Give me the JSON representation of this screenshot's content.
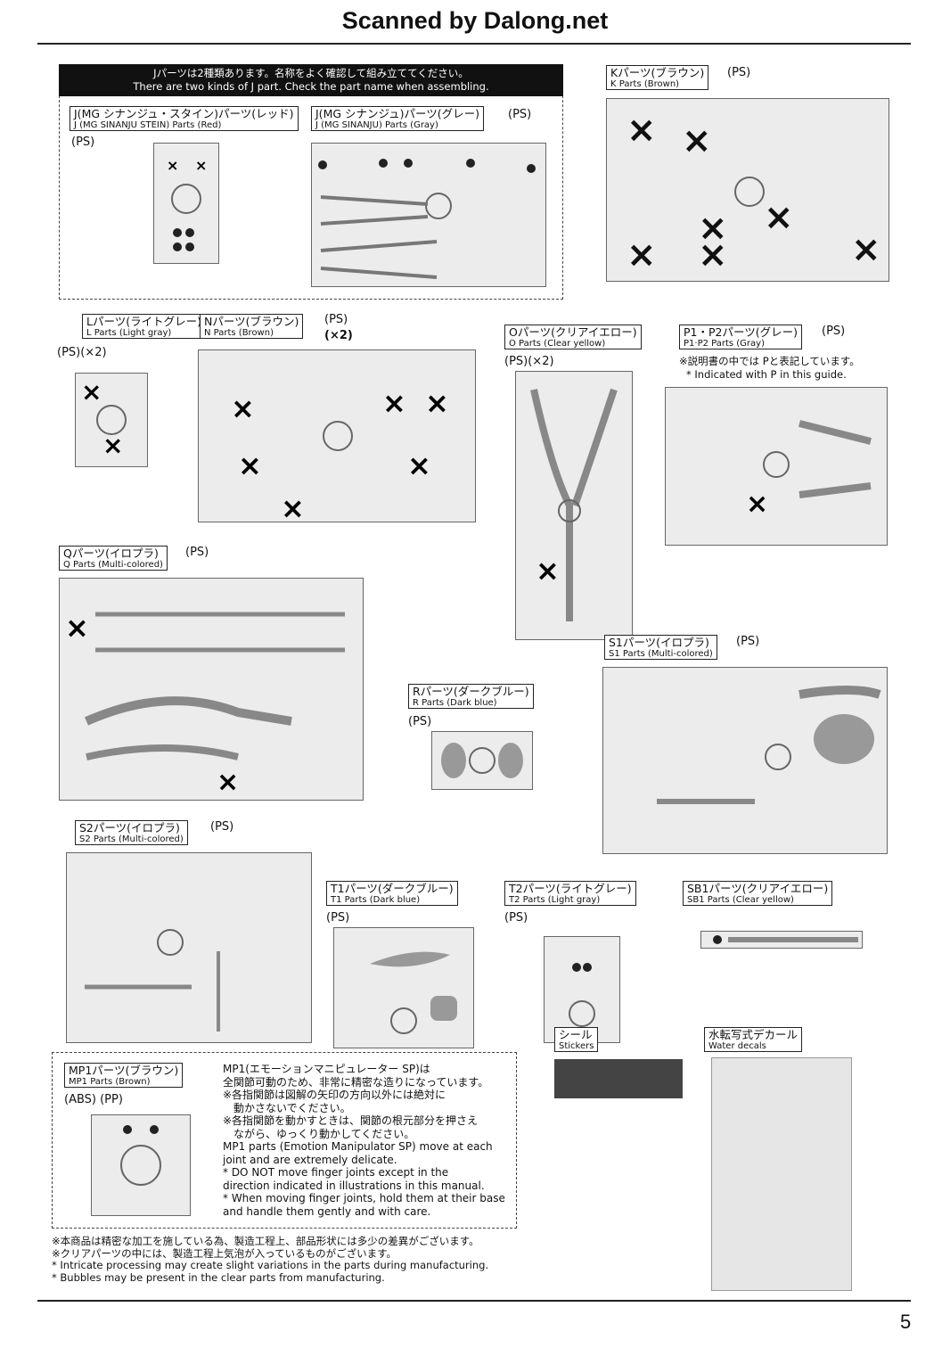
{
  "header": {
    "title": "Scanned by Dalong.net"
  },
  "page_number": "5",
  "jnote": {
    "jp": "Jパーツは2種類あります。名称をよく確認して組み立ててください。",
    "en": "There are two kinds of J part. Check the part name when assembling."
  },
  "parts": {
    "j_red": {
      "jp": "J(MG シナンジュ・スタイン)パーツ(レッド)",
      "en": "J (MG SINANJU STEIN) Parts (Red)",
      "mat": "(PS)"
    },
    "j_gray": {
      "jp": "J(MG シナンジュ)パーツ(グレー)",
      "en": "J (MG SINANJU) Parts (Gray)",
      "mat": "(PS)"
    },
    "k": {
      "jp": "Kパーツ(ブラウン)",
      "en": "K Parts (Brown)",
      "mat": "(PS)"
    },
    "l": {
      "jp": "Lパーツ(ライトグレー)",
      "en": "L Parts (Light gray)",
      "mat": "(PS)(×2)"
    },
    "n": {
      "jp": "Nパーツ(ブラウン)",
      "en": "N Parts (Brown)",
      "mat": "(PS)",
      "qty": "(×2)"
    },
    "o": {
      "jp": "Oパーツ(クリアイエロー)",
      "en": "O Parts (Clear yellow)",
      "mat": "(PS)(×2)"
    },
    "p": {
      "jp": "P1・P2パーツ(グレー)",
      "en": "P1·P2 Parts (Gray)",
      "mat": "(PS)",
      "note_jp": "※説明書の中では Pと表記しています。",
      "note_en": "* Indicated with P in this guide."
    },
    "q": {
      "jp": "Qパーツ(イロプラ)",
      "en": "Q Parts (Multi-colored)",
      "mat": "(PS)"
    },
    "r": {
      "jp": "Rパーツ(ダークブルー)",
      "en": "R Parts (Dark blue)",
      "mat": "(PS)"
    },
    "s1": {
      "jp": "S1パーツ(イロプラ)",
      "en": "S1 Parts (Multi-colored)",
      "mat": "(PS)"
    },
    "s2": {
      "jp": "S2パーツ(イロプラ)",
      "en": "S2 Parts (Multi-colored)",
      "mat": "(PS)"
    },
    "t1": {
      "jp": "T1パーツ(ダークブルー)",
      "en": "T1 Parts (Dark blue)",
      "mat": "(PS)"
    },
    "t2": {
      "jp": "T2パーツ(ライトグレー)",
      "en": "T2 Parts (Light gray)",
      "mat": "(PS)"
    },
    "sb1": {
      "jp": "SB1パーツ(クリアイエロー)",
      "en": "SB1 Parts (Clear yellow)",
      "mat": ""
    },
    "stickers": {
      "jp": "シール",
      "en": "Stickers"
    },
    "decals": {
      "jp": "水転写式デカール",
      "en": "Water decals"
    },
    "mp1": {
      "jp": "MP1パーツ(ブラウン)",
      "en": "MP1 Parts (Brown)",
      "mat": "(ABS) (PP)"
    }
  },
  "mp1_text": [
    "MP1(エモーションマニピュレーター SP)は",
    "全関節可動のため、非常に精密な造りになっています。",
    "※各指関節は図解の矢印の方向以外には絶対に",
    "　動かさないでください。",
    "※各指関節を動かすときは、関節の根元部分を押さえ",
    "　ながら、ゆっくり動かしてください。",
    "MP1 parts (Emotion Manipulator SP) move at each",
    "joint and are extremely delicate.",
    "* DO NOT move finger joints except in the",
    "  direction indicated in illustrations in this manual.",
    "* When moving finger joints, hold them at their base",
    "  and handle them gently and with care."
  ],
  "footer_notes": [
    "※本商品は精密な加工を施している為、製造工程上、部品形状には多少の差異がございます。",
    "※クリアパーツの中には、製造工程上気泡が入っているものがございます。",
    "* Intricate processing may create slight variations in the parts during manufacturing.",
    "* Bubbles may be present in the clear parts from manufacturing."
  ]
}
